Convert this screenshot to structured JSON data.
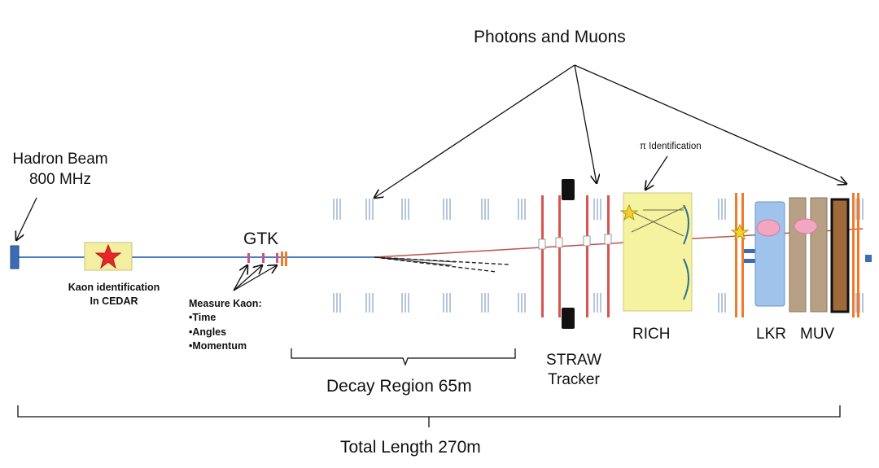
{
  "labels": {
    "photons_muons": "Photons and Muons",
    "hadron_beam_line1": "Hadron Beam",
    "hadron_beam_line2": "800 MHz",
    "gtk": "GTK",
    "kaon_id_line1": "Kaon identification",
    "kaon_id_line2": "In CEDAR",
    "measure_kaon_title": "Measure Kaon:",
    "measure_kaon_items": [
      "Time",
      "Angles",
      "Momentum"
    ],
    "pi_identification": "π Identification",
    "rich": "RICH",
    "lkr": "LKR",
    "muv": "MUV",
    "straw_line1": "STRAW",
    "straw_line2": "Tracker",
    "decay_region": "Decay Region 65m",
    "total_length": "Total Length 270m"
  },
  "colors": {
    "beam": "#4a7fc4",
    "track": "#c0504d",
    "cedar_fill": "#f4efa0",
    "rich_fill": "#f5f2a0",
    "lkr_fill": "#9fc3ea",
    "muv_bar": "#b8a085",
    "muv_inner": "#a0693a",
    "orange_plane": "#f07a2a",
    "straw_red": "#d9534f",
    "tick_blue": "#8fa8c8",
    "star_red": "#e8262a",
    "star_yellow": "#f6d12a",
    "shower_pink": "#f2a7c0"
  }
}
